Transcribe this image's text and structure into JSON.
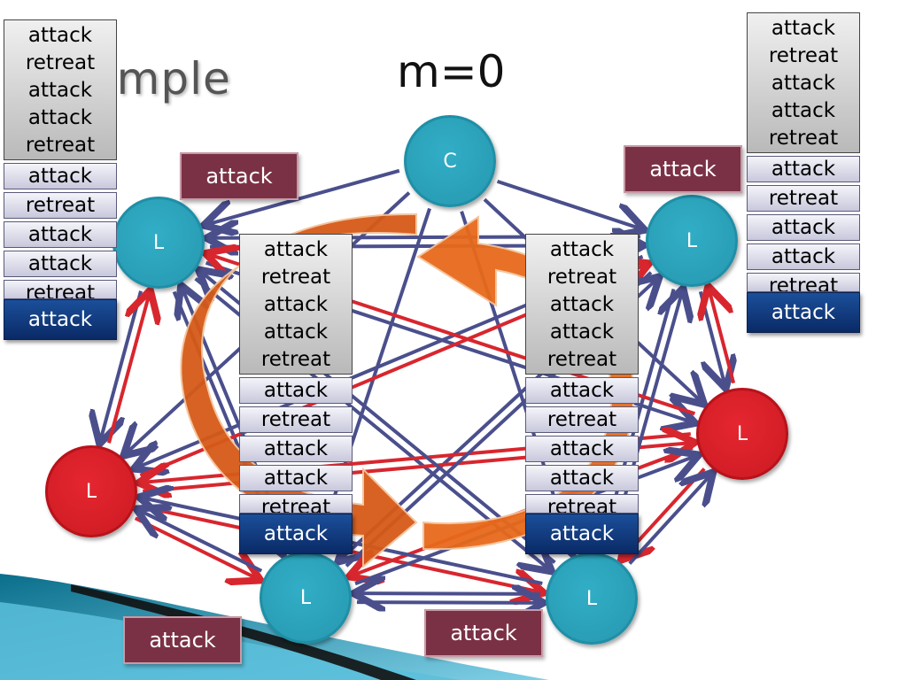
{
  "slide": {
    "title": "ample",
    "round_label": "m=0"
  },
  "colors": {
    "loyal": "#2a9fb8",
    "traitor": "#d81f28",
    "loyal_arrow": "#4a4f8c",
    "traitor_arrow": "#d8262e",
    "message_box": "#7b3145",
    "rotate_arrow": "#e0611c",
    "final_decision": "#0d3575"
  },
  "nodes": [
    {
      "id": "commander",
      "label": "C",
      "role": "loyal"
    },
    {
      "id": "lt-top-left",
      "label": "L",
      "role": "loyal"
    },
    {
      "id": "lt-top-right",
      "label": "L",
      "role": "loyal"
    },
    {
      "id": "lt-mid-left",
      "label": "L",
      "role": "traitor"
    },
    {
      "id": "lt-mid-right",
      "label": "L",
      "role": "traitor"
    },
    {
      "id": "lt-bottom-left",
      "label": "L",
      "role": "loyal"
    },
    {
      "id": "lt-bottom-right",
      "label": "L",
      "role": "loyal"
    }
  ],
  "messages": [
    {
      "id": "msg-top-left",
      "text": "attack"
    },
    {
      "id": "msg-top-right",
      "text": "attack"
    },
    {
      "id": "msg-bottom-left",
      "text": "attack"
    },
    {
      "id": "msg-bottom-center",
      "text": "attack"
    }
  ],
  "stacks": [
    {
      "id": "stack-left",
      "received": [
        "attack",
        "retreat",
        "attack",
        "attack",
        "retreat"
      ],
      "relayed": [
        "attack",
        "retreat",
        "attack",
        "attack",
        "retreat"
      ],
      "decision": "attack"
    },
    {
      "id": "stack-right",
      "received": [
        "attack",
        "retreat",
        "attack",
        "attack",
        "retreat"
      ],
      "relayed": [
        "attack",
        "retreat",
        "attack",
        "attack",
        "retreat"
      ],
      "decision": "attack"
    },
    {
      "id": "stack-center-left",
      "received": [
        "attack",
        "retreat",
        "attack",
        "attack",
        "retreat"
      ],
      "relayed": [
        "attack",
        "retreat",
        "attack",
        "attack",
        "retreat"
      ],
      "decision": "attack"
    },
    {
      "id": "stack-center-right",
      "received": [
        "attack",
        "retreat",
        "attack",
        "attack",
        "retreat"
      ],
      "relayed": [
        "attack",
        "retreat",
        "attack",
        "attack",
        "retreat"
      ],
      "decision": "attack"
    }
  ]
}
